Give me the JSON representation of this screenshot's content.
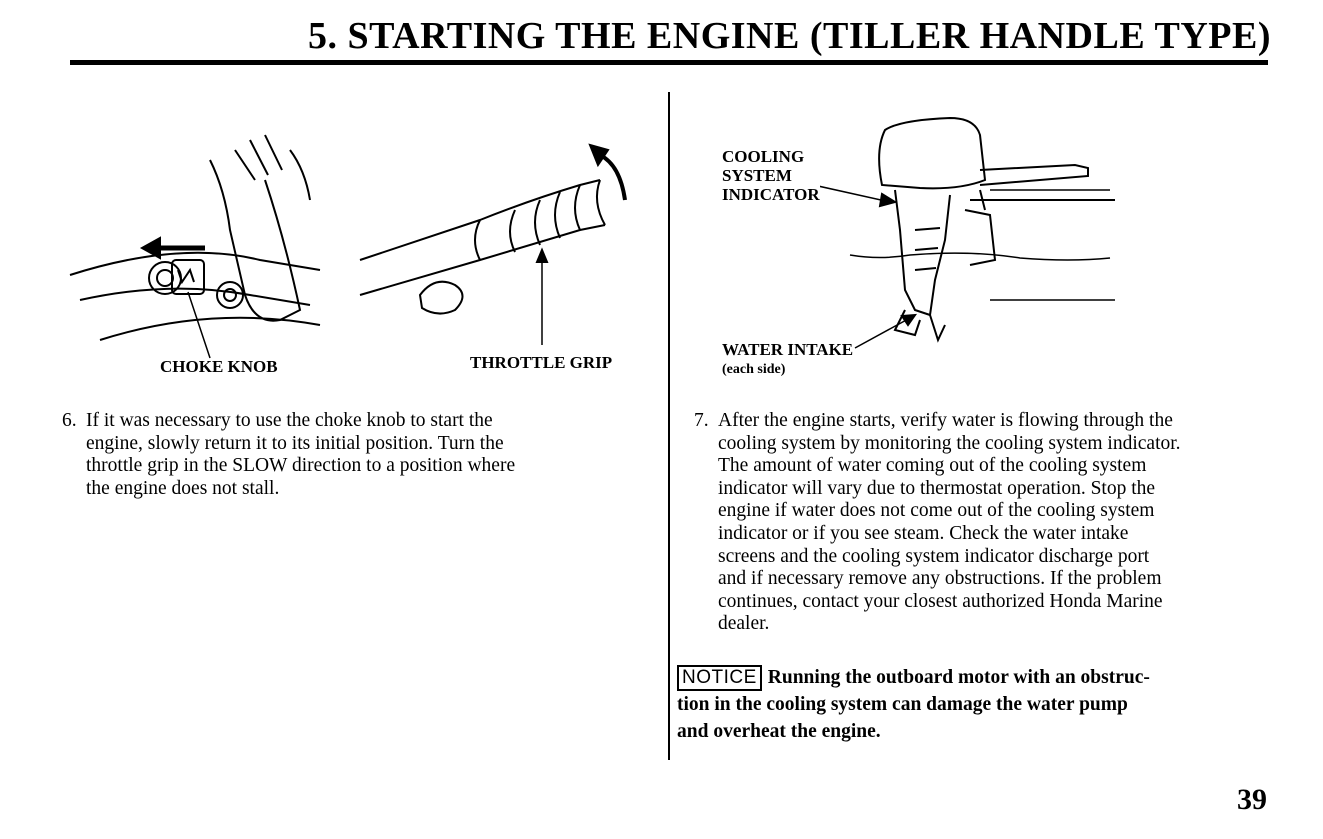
{
  "header": {
    "title": "5. STARTING THE ENGINE (TILLER HANDLE TYPE)"
  },
  "left_figure": {
    "choke_label": "CHOKE KNOB",
    "throttle_label": "THROTTLE GRIP"
  },
  "right_figure": {
    "cooling_label_line1": "COOLING",
    "cooling_label_line2": "SYSTEM",
    "cooling_label_line3": "INDICATOR",
    "water_intake_label": "WATER INTAKE",
    "water_intake_sub": "(each side)"
  },
  "step6": {
    "number": "6.",
    "lines": [
      "If it was necessary to use the choke knob to start the",
      "engine, slowly return it to its initial position.  Turn the",
      "throttle grip in the SLOW direction to a position where",
      "the engine does not stall."
    ]
  },
  "step7": {
    "number": "7.",
    "lines": [
      "After the engine starts, verify water is flowing through the",
      "cooling system by monitoring the cooling system indicator.",
      "The amount of water coming out of the cooling system",
      "indicator will vary due to thermostat operation.  Stop the",
      "engine if water does not come out of the cooling system",
      "indicator or if you see steam.  Check the water intake",
      "screens and the cooling system indicator discharge port",
      "and if necessary remove any obstructions.  If the problem",
      "continues, contact your closest authorized Honda Marine",
      "dealer."
    ]
  },
  "notice": {
    "badge": "NOTICE",
    "line1": "Running the outboard motor with an obstruc-",
    "line2": "tion in the cooling system can damage the water pump",
    "line3": "and overheat the engine."
  },
  "footer": {
    "page_number": "39"
  }
}
